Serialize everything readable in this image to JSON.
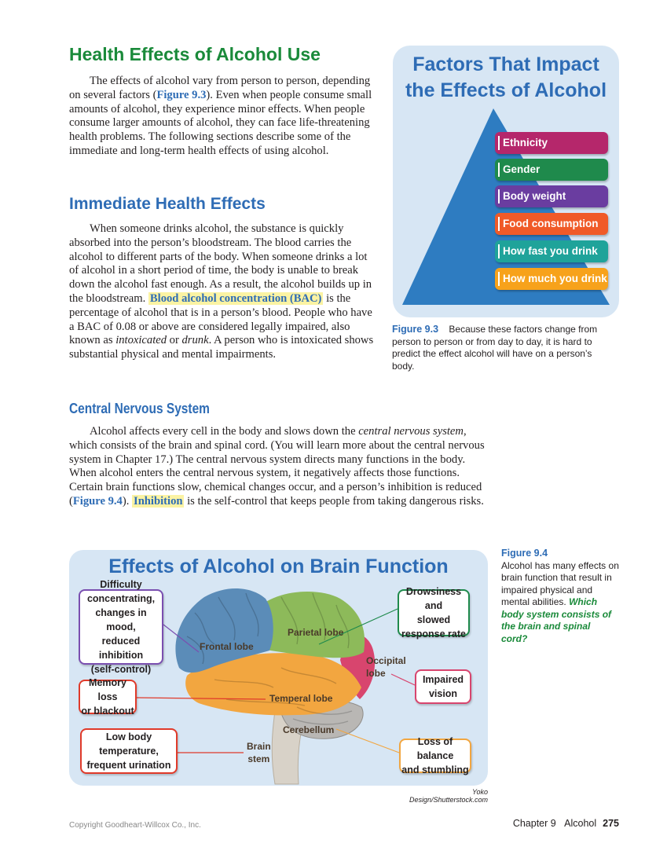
{
  "heading_main": "Health Effects of Alcohol Use",
  "intro": {
    "part1": "The effects of alcohol vary from person to person, depending on several factors (",
    "fig_ref": "Figure 9.3",
    "part2": "). Even when people consume small amounts of alcohol, they experience minor effects. When people consume larger amounts of alcohol, they can face life-threatening health problems. The following sections describe some of the immediate and long-term health effects of using alcohol."
  },
  "heading_immediate": "Immediate Health Effects",
  "immediate": {
    "part1": "When someone drinks alcohol, the substance is quickly absorbed into the person’s bloodstream. The blood carries the alcohol to different parts of the body. When someone drinks a lot of alcohol in a short period of time, the body is unable to break down the alcohol fast enough. As a result, the alcohol builds up in the bloodstream. ",
    "term": "Blood alcohol concentration (BAC)",
    "part2": " is the percentage of alcohol that is in a person’s blood. People who have a BAC of 0.08 or above are considered legally impaired, also known as ",
    "em1": "intoxicated",
    "part3": " or ",
    "em2": "drunk",
    "part4": ". A person who is intoxicated shows substantial physical and mental impairments."
  },
  "heading_cns": "Central Nervous System",
  "cns": {
    "part1": "Alcohol affects every cell in the body and slows down the ",
    "em1": "central nervous system",
    "part2": ", which consists of the brain and spinal cord. (You will learn more about the central nervous system in Chapter 17.) The central nervous system directs many functions in the body. When alcohol enters the central nervous system, it negatively affects those functions. Certain brain functions slow, chemical changes occur, and a person’s inhibition is reduced (",
    "fig_ref": "Figure 9.4",
    "part3": "). ",
    "term": "Inhibition",
    "part4": " is the self-control that keeps people from taking dangerous risks."
  },
  "factors_panel": {
    "title_line1": "Factors That Impact",
    "title_line2": "the Effects of Alcohol",
    "items": [
      {
        "label": "Ethnicity",
        "color": "#b5276b"
      },
      {
        "label": "Gender",
        "color": "#1f8a4c"
      },
      {
        "label": "Body weight",
        "color": "#6a3da0"
      },
      {
        "label": "Food consumption",
        "color": "#f05a28"
      },
      {
        "label": "How fast you drink",
        "color": "#1fa39a"
      },
      {
        "label": "How much you drink",
        "color": "#f7a21b"
      }
    ],
    "triangle_color": "#2e7cc1"
  },
  "figure_9_3": {
    "number": "Figure 9.3",
    "caption": "Because these factors change from person to person or from day to day, it is hard to predict the effect alcohol will have on a person’s body."
  },
  "brain_panel": {
    "title": "Effects of Alcohol on Brain Function",
    "callouts": {
      "difficulty": [
        "Difficulty",
        "concentrating,",
        "changes in mood,",
        "reduced inhibition",
        "(self-control)"
      ],
      "memory": [
        "Memory loss",
        "or blackout"
      ],
      "temperature": [
        "Low body",
        "temperature,",
        "frequent urination"
      ],
      "drowsiness": [
        "Drowsiness and",
        "slowed",
        "response rate"
      ],
      "vision": [
        "Impaired",
        "vision"
      ],
      "balance": [
        "Loss of balance",
        "and stumbling"
      ]
    },
    "lobes": {
      "frontal": "Frontal lobe",
      "parietal": "Parietal lobe",
      "occipital_1": "Occipital",
      "occipital_2": "lobe",
      "temporal": "Temperal lobe",
      "cerebellum": "Cerebellum",
      "brainstem_1": "Brain",
      "brainstem_2": "stem"
    },
    "colors": {
      "frontal": "#5b8cb8",
      "parietal": "#8dba5a",
      "occipital": "#d8456e",
      "temporal": "#f2a640",
      "cerebellum": "#b9b7b4",
      "stem": "#d8d2c8",
      "purple_border": "#7a4fb0",
      "green_border": "#1f8a4c",
      "pink_border": "#d8456e",
      "orange_border": "#f2a640",
      "red_border": "#e03a2a"
    }
  },
  "figure_9_4": {
    "number": "Figure 9.4",
    "caption": "Alcohol has many effects on brain function that result in impaired physical and mental abilities.",
    "question": "Which body system consists of the brain and spinal cord?"
  },
  "credit": "Yoko Design/Shutterstock.com",
  "footer": {
    "copyright": "Copyright Goodheart-Willcox Co., Inc.",
    "chapter": "Chapter 9",
    "chapter_title": "Alcohol",
    "page": "275"
  }
}
